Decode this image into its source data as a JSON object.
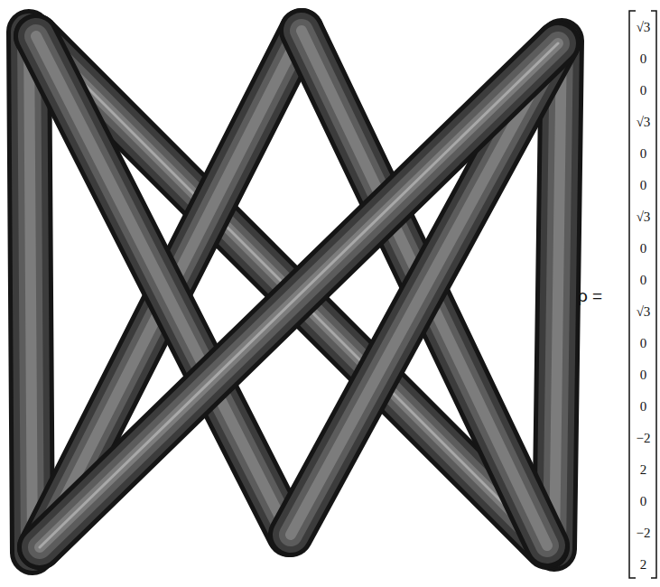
{
  "diagram": {
    "labels": [
      "ρ =",
      "√3",
      "0",
      "0",
      "√3",
      "0",
      "0",
      "√3",
      "0",
      "0",
      "√3",
      "0",
      "0",
      "0",
      "−2",
      "2",
      "0",
      "−2",
      "2"
    ]
  }
}
